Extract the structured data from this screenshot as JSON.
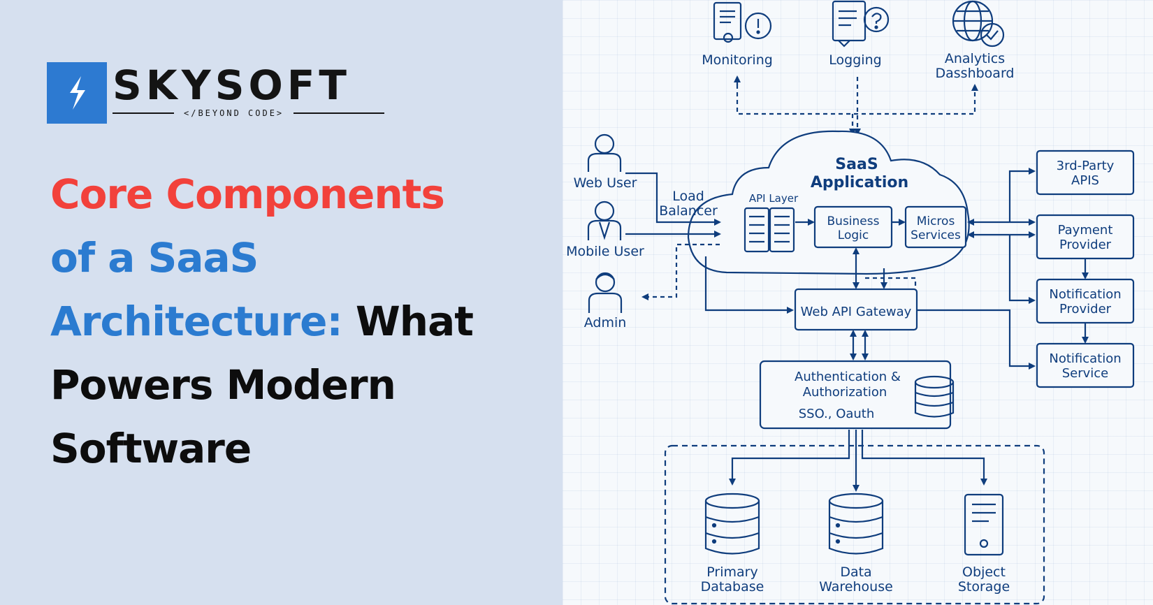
{
  "logo": {
    "brand": "SKYSOFT",
    "tagline": "</BEYOND CODE>"
  },
  "headline": {
    "part1": "Core Components",
    "part2": "of a SaaS",
    "part3": "Architecture:",
    "part4": " What",
    "part5": "Powers Modern",
    "part6": "Software"
  },
  "colors": {
    "red": "#f2413b",
    "blue": "#2b7bd0",
    "navy": "#0f3d7d",
    "left_bg": "#d6e0ef"
  },
  "diagram": {
    "monitoring": "Monitoring",
    "logging": "Logging",
    "analytics_line1": "Analytics",
    "analytics_line2": "Dasshboard",
    "web_user": "Web User",
    "mobile_user": "Mobile User",
    "admin": "Admin",
    "load_balancer_line1": "Load",
    "load_balancer_line2": "Balancer",
    "saas_line1": "SaaS",
    "saas_line2": "Application",
    "api_layer": "API Layer",
    "business_line1": "Business",
    "business_line2": "Logic",
    "micros_line1": "Micros",
    "micros_line2": "Services",
    "gateway": "Web API Gateway",
    "auth_line1": "Authentication &",
    "auth_line2": "Authorization",
    "auth_line3": "SSO., Oauth",
    "third_party_line1": "3rd-Party",
    "third_party_line2": "APIS",
    "payment_line1": "Payment",
    "payment_line2": "Provider",
    "notif_provider_line1": "Notification",
    "notif_provider_line2": "Provider",
    "notif_service_line1": "Notification",
    "notif_service_line2": "Service",
    "primary_db_line1": "Primary",
    "primary_db_line2": "Database",
    "warehouse_line1": "Data",
    "warehouse_line2": "Warehouse",
    "object_line1": "Object",
    "object_line2": "Storage"
  }
}
